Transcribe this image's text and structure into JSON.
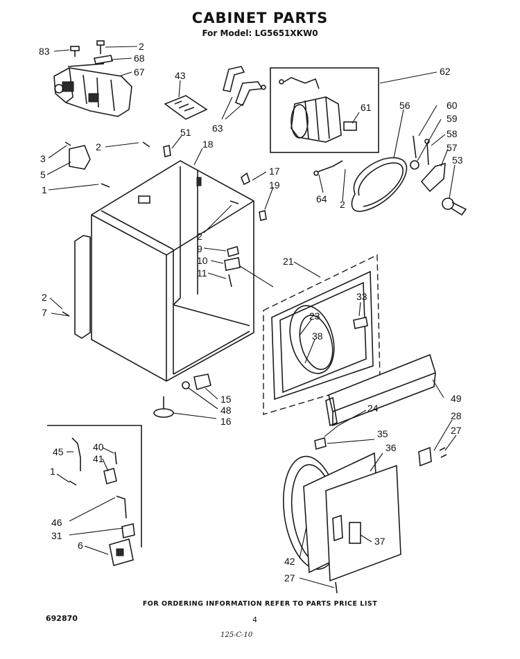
{
  "header": {
    "title": "CABINET PARTS",
    "subtitle": "For Model: LG5651XKW0"
  },
  "footer": {
    "ordering_note": "FOR ORDERING INFORMATION REFER TO PARTS PRICE LIST",
    "document_number": "692870",
    "page_number": "4",
    "handwritten_note": "125-C-10"
  },
  "callouts": [
    "83",
    "2",
    "68",
    "67",
    "43",
    "63",
    "62",
    "61",
    "56",
    "60",
    "59",
    "58",
    "57",
    "53",
    "3",
    "5",
    "2",
    "51",
    "18",
    "17",
    "19",
    "64",
    "2",
    "1",
    "2",
    "9",
    "10",
    "11",
    "21",
    "33",
    "23",
    "38",
    "2",
    "7",
    "15",
    "48",
    "16",
    "49",
    "24",
    "28",
    "27",
    "35",
    "36",
    "37",
    "42",
    "27",
    "45",
    "40",
    "41",
    "1",
    "46",
    "31",
    "6"
  ]
}
